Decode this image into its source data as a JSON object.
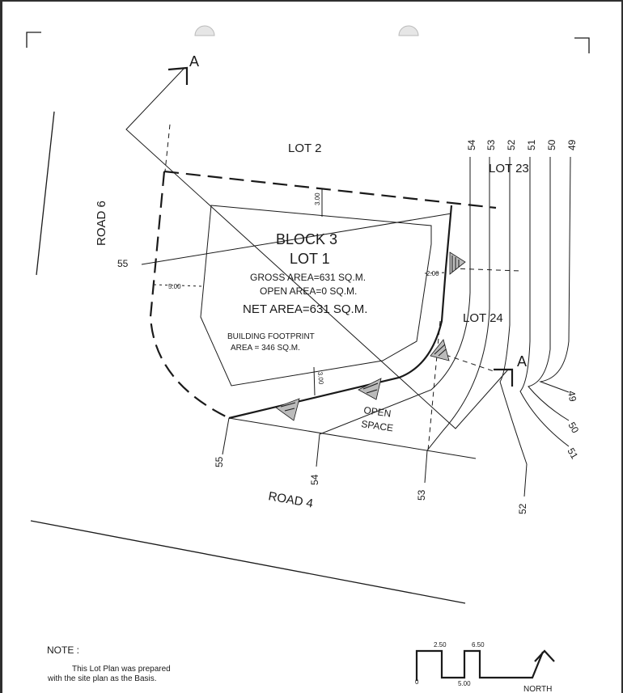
{
  "plan": {
    "block_label": "BLOCK 3",
    "lot_label": "LOT 1",
    "gross_area": "GROSS AREA=631 SQ.M.",
    "open_area": "OPEN AREA=0 SQ.M.",
    "net_area": "NET AREA=631 SQ.M.",
    "footprint_title": "BUILDING FOOTPRINT",
    "footprint_area": "AREA = 346 SQ.M.",
    "open_space_line1": "OPEN",
    "open_space_line2": "SPACE"
  },
  "lots": {
    "lot2": "LOT 2",
    "lot23": "LOT 23",
    "lot24": "LOT 24"
  },
  "roads": {
    "road6": "ROAD 6",
    "road4": "ROAD 4"
  },
  "section_marks": {
    "top": "A",
    "bottom": "A"
  },
  "setbacks": {
    "top": "3.00",
    "left": "5.00",
    "right": "2.00",
    "bottom": "3.00"
  },
  "contours": {
    "left_55": "55",
    "bottom_55": "55",
    "bottom_54": "54",
    "bottom_53": "53",
    "bottom_52": "52",
    "top": [
      "54",
      "53",
      "52",
      "51",
      "50",
      "49"
    ],
    "right_49": "49",
    "right_50": "50",
    "right_51": "51"
  },
  "note": {
    "title": "NOTE :",
    "line1": "This Lot Plan was prepared",
    "line2": "with the site plan as the Basis."
  },
  "scale_bar": {
    "tick_0": "0",
    "tick_250": "2.50",
    "tick_500": "5.00",
    "tick_650": "6.50",
    "north_label": "NORTH"
  }
}
